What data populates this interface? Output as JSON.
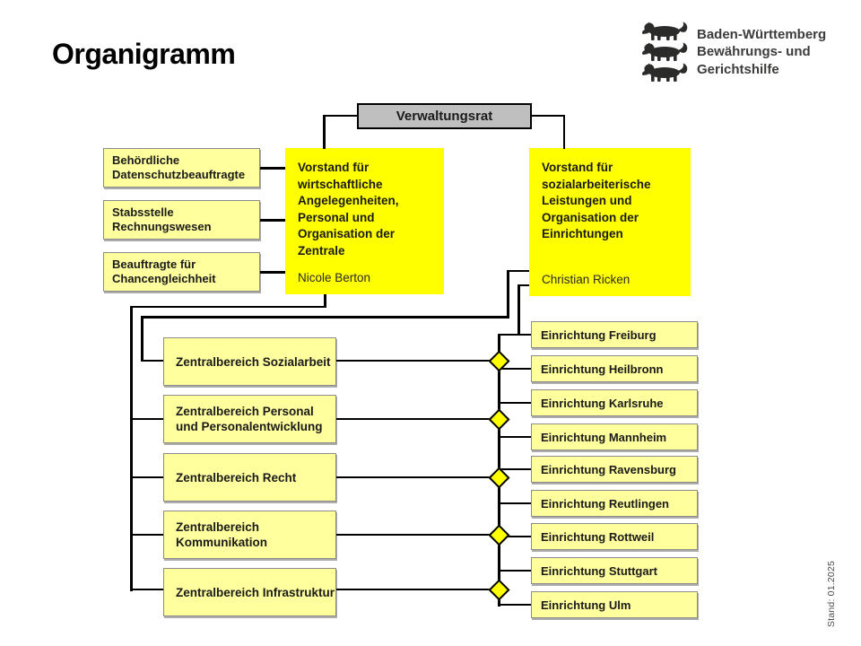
{
  "page": {
    "title": "Organigramm",
    "stand_note": "Stand: 01.2025"
  },
  "logo": {
    "icon": "bw-three-lions",
    "line1": "Baden-Württemberg",
    "line2": "Bewährungs- und",
    "line3": "Gerichtshilfe"
  },
  "org_chart": {
    "root": {
      "label": "Verwaltungsrat"
    },
    "staff_boxes": [
      {
        "label": "Behördliche Datenschutzbeauftragte"
      },
      {
        "label": "Stabsstelle Rechnungswesen"
      },
      {
        "label": "Beauftragte für Chancengleichheit"
      }
    ],
    "vorstand_left": {
      "title": "Vorstand für wirtschaftliche Angelegenheiten, Personal und Organisation der Zentrale",
      "name": "Nicole Berton"
    },
    "vorstand_right": {
      "title": "Vorstand für sozialarbeiterische Leistungen und Organisation der Einrichtungen",
      "name": "Christian Ricken"
    },
    "zentralbereiche": [
      {
        "label": "Zentralbereich Sozialarbeit"
      },
      {
        "label": "Zentralbereich Personal und Personalentwicklung"
      },
      {
        "label": "Zentralbereich Recht"
      },
      {
        "label": "Zentralbereich Kommunikation"
      },
      {
        "label": "Zentralbereich Infrastruktur"
      }
    ],
    "einrichtungen": [
      {
        "label": "Einrichtung Freiburg"
      },
      {
        "label": "Einrichtung Heilbronn"
      },
      {
        "label": "Einrichtung Karlsruhe"
      },
      {
        "label": "Einrichtung Mannheim"
      },
      {
        "label": "Einrichtung Ravensburg"
      },
      {
        "label": "Einrichtung Reutlingen"
      },
      {
        "label": "Einrichtung Rottweil"
      },
      {
        "label": "Einrichtung Stuttgart"
      },
      {
        "label": "Einrichtung Ulm"
      }
    ]
  },
  "colors": {
    "vorstand_yellow": "#FFFF00",
    "pale_yellow": "#FFFF9E",
    "root_gray": "#BFBFBF",
    "line_black": "#000000"
  }
}
